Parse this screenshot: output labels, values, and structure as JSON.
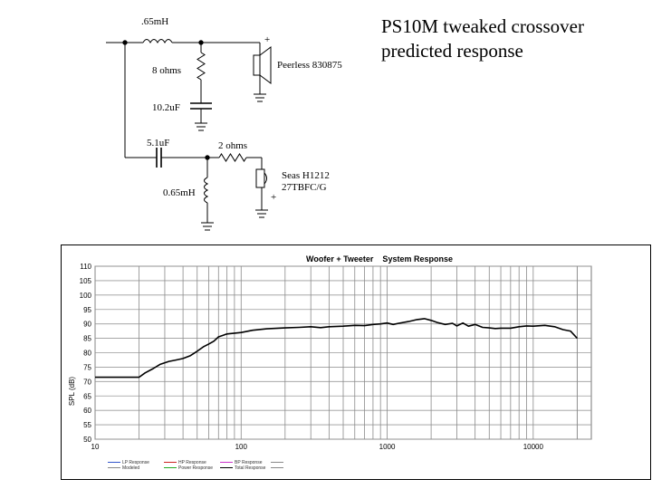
{
  "title": {
    "line1": "PS10M tweaked crossover",
    "line2": "predicted response"
  },
  "schematic": {
    "woofer_inductor": ".65mH",
    "woofer_resistor": "8 ohms",
    "woofer_capacitor": "10.2uF",
    "woofer_plus": "+",
    "woofer_driver": "Peerless 830875",
    "tweeter_capacitor": "5.1uF",
    "tweeter_resistor": "2 ohms",
    "tweeter_inductor": "0.65mH",
    "tweeter_plus": "+",
    "tweeter_driver_line1": "Seas H1212",
    "tweeter_driver_line2": "27TBFC/G"
  },
  "chart_data": {
    "type": "line",
    "title": "Woofer + Tweeter    System Response",
    "xlabel": "",
    "ylabel": "SPL (dB)",
    "xscale": "log",
    "xlim": [
      10,
      25000
    ],
    "ylim": [
      50,
      110
    ],
    "xticks": [
      10,
      100,
      1000,
      10000
    ],
    "xtick_labels": [
      "10",
      "100",
      "1000",
      "10000"
    ],
    "yticks": [
      50,
      55,
      60,
      65,
      70,
      75,
      80,
      85,
      90,
      95,
      100,
      105,
      110
    ],
    "grid": true,
    "legend": [
      "LP Response",
      "HP Response",
      "BP Response",
      "Modeled",
      "Power Response",
      "Total Response"
    ],
    "legend_colors": [
      "#3355cc",
      "#cc2222",
      "#cc33cc",
      "#888888",
      "#22aa22",
      "#000000"
    ],
    "series": [
      {
        "name": "Total Response",
        "color": "#000000",
        "x": [
          10,
          15,
          20,
          22,
          25,
          28,
          32,
          36,
          40,
          45,
          50,
          55,
          60,
          65,
          70,
          75,
          80,
          90,
          100,
          120,
          150,
          200,
          250,
          300,
          350,
          400,
          500,
          600,
          700,
          800,
          900,
          1000,
          1100,
          1200,
          1400,
          1600,
          1800,
          2000,
          2200,
          2500,
          2800,
          3000,
          3300,
          3600,
          4000,
          4500,
          5000,
          5500,
          6000,
          7000,
          8000,
          9000,
          10000,
          12000,
          14000,
          16000,
          18000,
          20000
        ],
        "y": [
          71.5,
          71.5,
          71.5,
          73,
          74.5,
          76,
          77,
          77.5,
          78,
          79,
          80.5,
          82,
          83,
          84,
          85.5,
          86,
          86.5,
          86.8,
          87,
          87.8,
          88.3,
          88.6,
          88.8,
          89,
          88.7,
          89,
          89.2,
          89.5,
          89.4,
          89.8,
          90,
          90.3,
          89.8,
          90.2,
          90.8,
          91.5,
          91.8,
          91.2,
          90.5,
          89.8,
          90.2,
          89.3,
          90.3,
          89.2,
          89.8,
          88.8,
          88.6,
          88.4,
          88.5,
          88.5,
          89,
          89.3,
          89.2,
          89.5,
          89,
          88,
          87.5,
          85
        ]
      }
    ]
  }
}
